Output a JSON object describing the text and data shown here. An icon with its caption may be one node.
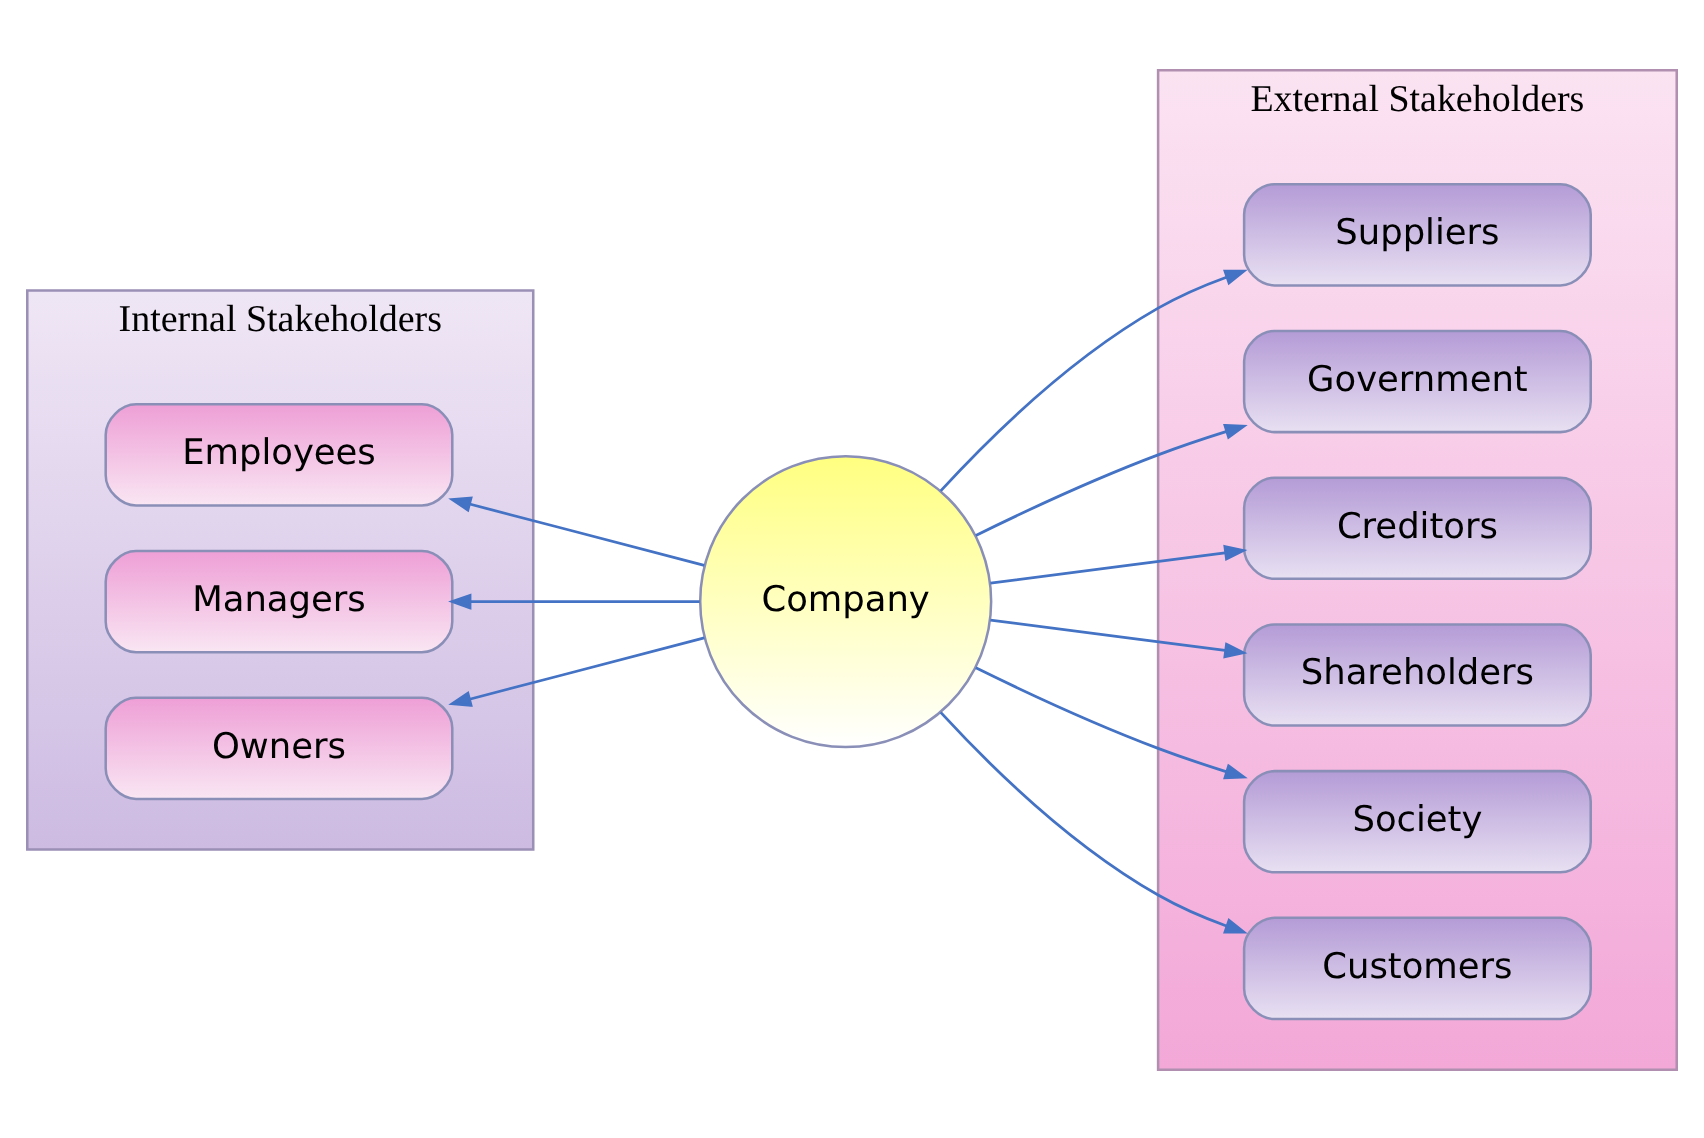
{
  "diagram": {
    "nodes": [
      {
        "text": [
          "Internal Stakeholders"
        ]
      },
      {
        "text": [
          "Employees"
        ],
        "in": 0
      },
      {
        "text": [
          "Managers"
        ],
        "in": 0
      },
      {
        "text": [
          "Owners"
        ],
        "in": 0
      },
      {
        "text": [
          "External Stakeholders"
        ]
      },
      {
        "text": [
          "Suppliers"
        ],
        "in": 4
      },
      {
        "text": [
          "Government"
        ],
        "in": 4
      },
      {
        "text": [
          "Creditors"
        ],
        "in": 4
      },
      {
        "text": [
          "Shareholders"
        ],
        "in": 4
      },
      {
        "text": [
          "Society"
        ],
        "in": 4
      },
      {
        "text": [
          "Customers"
        ],
        "in": 4
      },
      {
        "text": [
          "Company"
        ]
      }
    ],
    "edges": [
      {
        "from": 11,
        "to": 1,
        "arrow": "to"
      },
      {
        "from": 11,
        "to": 2,
        "arrow": "to"
      },
      {
        "from": 11,
        "to": 3,
        "arrow": "to"
      },
      {
        "from": 11,
        "to": 5,
        "arrow": "to"
      },
      {
        "from": 11,
        "to": 6,
        "arrow": "to"
      },
      {
        "from": 11,
        "to": 7,
        "arrow": "to"
      },
      {
        "from": 11,
        "to": 8,
        "arrow": "to"
      },
      {
        "from": 11,
        "to": 9,
        "arrow": "to"
      },
      {
        "from": 11,
        "to": 10,
        "arrow": "to"
      }
    ]
  }
}
